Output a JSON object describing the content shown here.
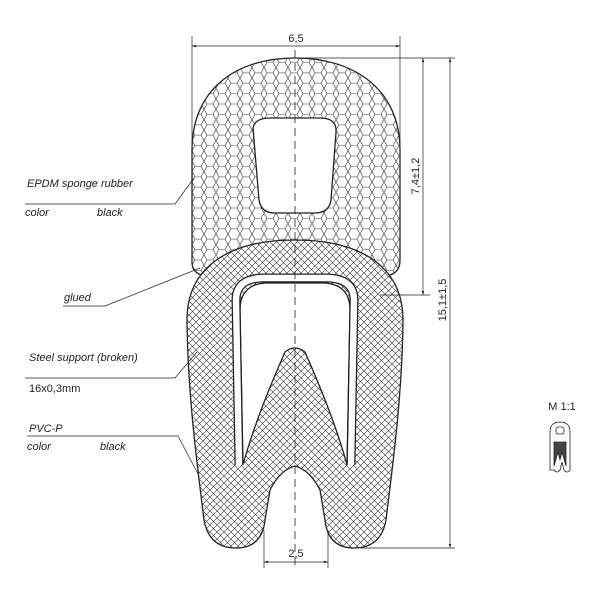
{
  "labels": {
    "epdm_title": "EPDM sponge rubber",
    "epdm_color_label": "color",
    "epdm_color_value": "black",
    "glued": "glued",
    "steel_title": "Steel support (broken)",
    "steel_size": "16x0,3mm",
    "pvc_title": "PVC-P",
    "pvc_color_label": "color",
    "pvc_color_value": "black"
  },
  "dimensions": {
    "width": "6,5",
    "bulb_height": "7,4±1,2",
    "total_height": "15,1±1,5",
    "gap": "2,5"
  },
  "scale": "M 1:1",
  "colors": {
    "line": "#222222",
    "background": "#ffffff"
  }
}
